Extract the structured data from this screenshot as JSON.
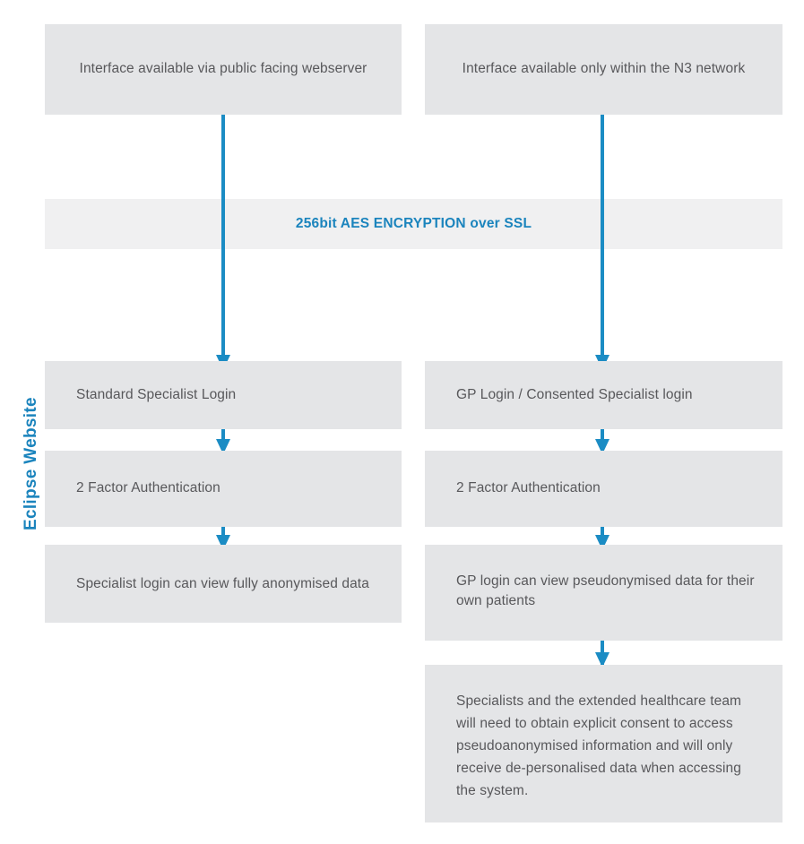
{
  "diagram": {
    "sidebar": {
      "label": "Eclipse Website"
    },
    "encryption_band": {
      "label": "256bit AES ENCRYPTION over SSL",
      "color": "#1b84bd"
    },
    "colors": {
      "box_fill": "#e4e5e7",
      "band_fill": "#f0f0f1",
      "accent": "#1b8cc4",
      "text": "#58585b",
      "background": "#ffffff"
    },
    "columns": [
      {
        "id": "public-column",
        "header": "Interface available via public facing webserver",
        "steps": [
          "Standard Specialist Login",
          "2 Factor Authentication",
          "Specialist login can view fully anonymised data"
        ]
      },
      {
        "id": "n3-column",
        "header": "Interface available only within the N3 network",
        "steps": [
          "GP Login / Consented Specialist login",
          "2 Factor Authentication",
          "GP login can view pseudonymised data for their own patients",
          "Specialists and the extended healthcare team will need to obtain explicit consent to access pseudoanonymised information and will only receive de-personalised data when accessing the system."
        ]
      }
    ]
  }
}
